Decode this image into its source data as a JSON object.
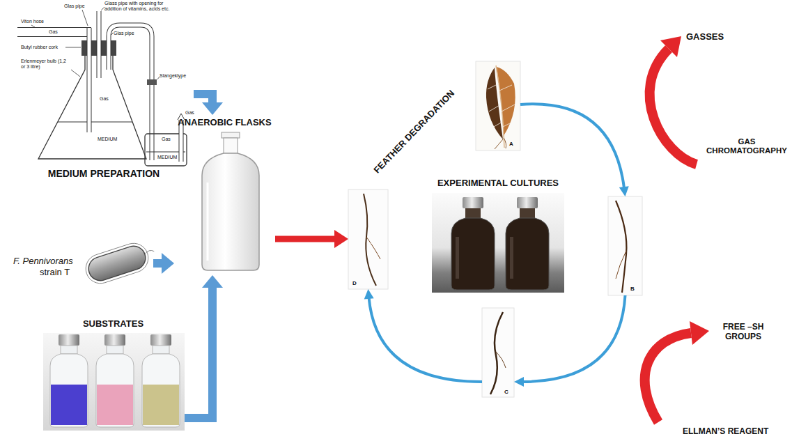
{
  "diagram": {
    "nodes": [
      {
        "text": [
          "MEDIUM PREPARATION"
        ]
      },
      {
        "text": [
          "F. Pennivorans",
          "strain T"
        ]
      },
      {
        "text": [
          "SUBSTRATES"
        ]
      },
      {
        "text": [
          "ANAEROBIC FLASKS"
        ]
      },
      {
        "text": [
          "EXPERIMENTAL CULTURES"
        ]
      },
      {
        "text": [
          "A"
        ]
      },
      {
        "text": [
          "B"
        ]
      },
      {
        "text": [
          "C"
        ]
      },
      {
        "text": [
          "D"
        ]
      }
    ],
    "edges": [
      {
        "from": 0,
        "to": 3,
        "arrow": "to"
      },
      {
        "from": 1,
        "to": 3,
        "arrow": "to"
      },
      {
        "from": 2,
        "to": 3,
        "arrow": "to"
      },
      {
        "from": 3,
        "to": 8,
        "arrow": "to"
      },
      {
        "from": 5,
        "to": 6,
        "arrow": "to"
      },
      {
        "from": 6,
        "to": 7,
        "arrow": "to"
      },
      {
        "from": 7,
        "to": 8,
        "arrow": "to"
      }
    ],
    "labels": [
      "FEATHER DEGRADATION",
      "GASSES",
      "GAS CHROMATOGRAPHY",
      "FREE –SH GROUPS",
      "ELLMAN’S REAGENT",
      "Viton hose",
      "Gas",
      "Glas pipe",
      "Glass pipe with opening for addition of vitamins, acids etc.",
      "Glas pipe",
      "Butyl rubber cork",
      "Erlenmeyer bulb (1,2 or 3 litre)",
      "Slangeklype",
      "Gas",
      "MEDIUM",
      "Gas",
      "MEDIUM",
      "Gas"
    ]
  }
}
